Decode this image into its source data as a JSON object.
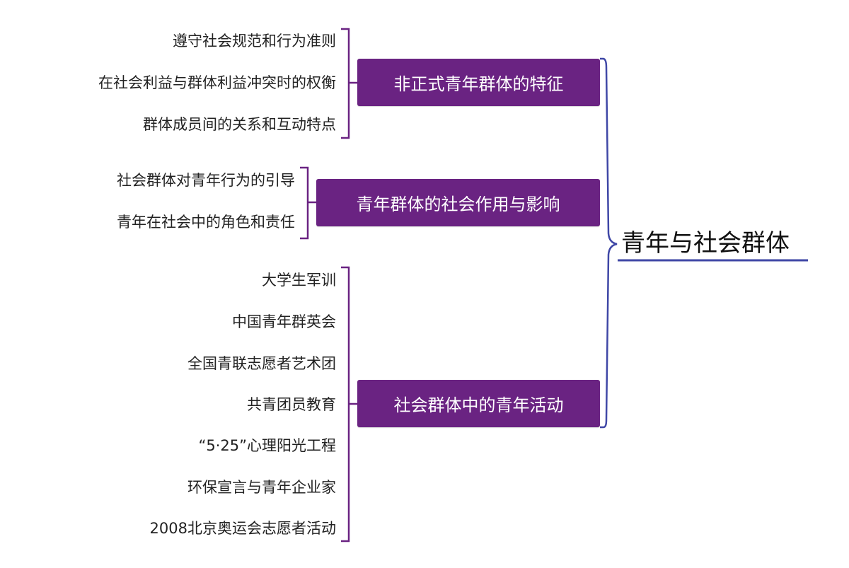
{
  "root": {
    "label": "青年与社会群体",
    "line_color": "#3f47a6"
  },
  "branch_color": "#6a2382",
  "branches": [
    {
      "label": "非正式青年群体的特征",
      "children": [
        "遵守社会规范和行为准则",
        "在社会利益与群体利益冲突时的权衡",
        "群体成员间的关系和互动特点"
      ]
    },
    {
      "label": "青年群体的社会作用与影响",
      "children": [
        "社会群体对青年行为的引导",
        "青年在社会中的角色和责任"
      ]
    },
    {
      "label": "社会群体中的青年活动",
      "children": [
        "大学生军训",
        "中国青年群英会",
        "全国青联志愿者艺术团",
        "共青团员教育",
        "“5·25”心理阳光工程",
        "环保宣言与青年企业家",
        "2008北京奥运会志愿者活动"
      ]
    }
  ]
}
